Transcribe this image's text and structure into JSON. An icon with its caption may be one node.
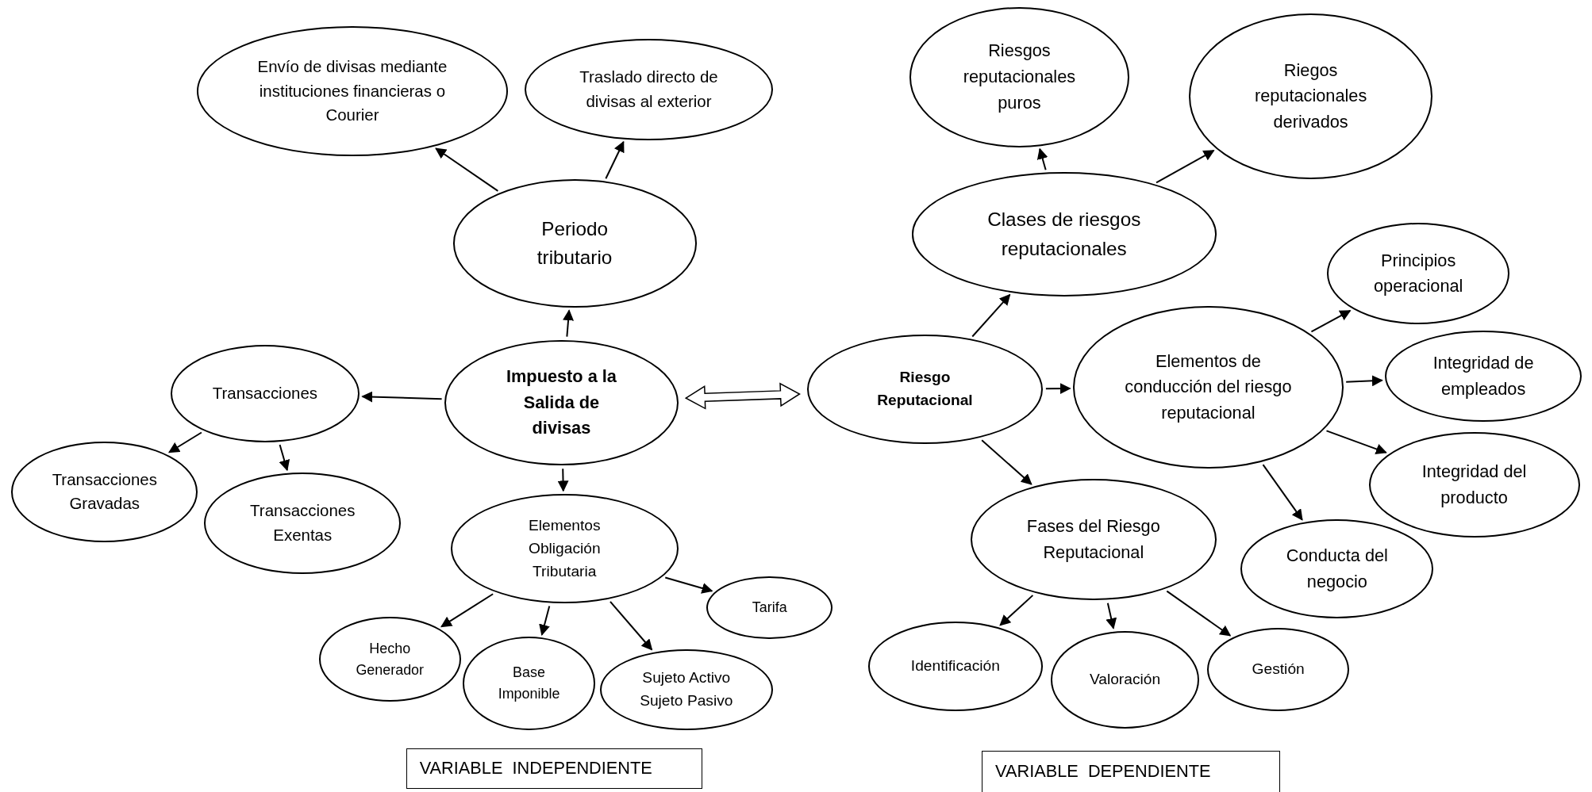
{
  "diagram": {
    "nodes": [
      {
        "text": [
          "Impuesto a la Salida de divisas"
        ]
      },
      {
        "text": [
          "Periodo tributario"
        ]
      },
      {
        "text": [
          "Envío de divisas mediante instituciones financieras o Courier"
        ]
      },
      {
        "text": [
          "Traslado directo de divisas al exterior"
        ]
      },
      {
        "text": [
          "Transacciones"
        ]
      },
      {
        "text": [
          "Transacciones Gravadas"
        ]
      },
      {
        "text": [
          "Transacciones Exentas"
        ]
      },
      {
        "text": [
          "Elementos Obligación Tributaria"
        ]
      },
      {
        "text": [
          "Hecho Generador"
        ]
      },
      {
        "text": [
          "Base Imponible"
        ]
      },
      {
        "text": [
          "Sujeto Activo Sujeto Pasivo"
        ]
      },
      {
        "text": [
          "Tarifa"
        ]
      },
      {
        "text": [
          "Riesgo Reputacional"
        ]
      },
      {
        "text": [
          "Clases de riesgos reputacionales"
        ]
      },
      {
        "text": [
          "Riesgos reputacionales puros"
        ]
      },
      {
        "text": [
          "Riegos reputacionales derivados"
        ]
      },
      {
        "text": [
          "Elementos de conducción del riesgo reputacional"
        ]
      },
      {
        "text": [
          "Principios operacional"
        ]
      },
      {
        "text": [
          "Integridad de empleados"
        ]
      },
      {
        "text": [
          "Integridad del producto"
        ]
      },
      {
        "text": [
          "Conducta del negocio"
        ]
      },
      {
        "text": [
          "Fases del Riesgo Reputacional"
        ]
      },
      {
        "text": [
          "Identificación"
        ]
      },
      {
        "text": [
          "Valoración"
        ]
      },
      {
        "text": [
          "Gestión"
        ]
      },
      {
        "text": [
          "VARIABLE  INDEPENDIENTE"
        ]
      },
      {
        "text": [
          "VARIABLE  DEPENDIENTE"
        ]
      }
    ],
    "edges": [
      {
        "from": 0,
        "to": 1,
        "arrow": "to"
      },
      {
        "from": 1,
        "to": 2,
        "arrow": "to"
      },
      {
        "from": 1,
        "to": 3,
        "arrow": "to"
      },
      {
        "from": 0,
        "to": 4,
        "arrow": "to"
      },
      {
        "from": 4,
        "to": 5,
        "arrow": "to"
      },
      {
        "from": 4,
        "to": 6,
        "arrow": "to"
      },
      {
        "from": 0,
        "to": 7,
        "arrow": "to"
      },
      {
        "from": 7,
        "to": 8,
        "arrow": "to"
      },
      {
        "from": 7,
        "to": 9,
        "arrow": "to"
      },
      {
        "from": 7,
        "to": 10,
        "arrow": "to"
      },
      {
        "from": 7,
        "to": 11,
        "arrow": "to"
      },
      {
        "from": 0,
        "to": 12,
        "arrow": "both",
        "style": "thick"
      },
      {
        "from": 12,
        "to": 13,
        "arrow": "to"
      },
      {
        "from": 13,
        "to": 14,
        "arrow": "to"
      },
      {
        "from": 13,
        "to": 15,
        "arrow": "to"
      },
      {
        "from": 12,
        "to": 16,
        "arrow": "to"
      },
      {
        "from": 16,
        "to": 17,
        "arrow": "to"
      },
      {
        "from": 16,
        "to": 18,
        "arrow": "to"
      },
      {
        "from": 16,
        "to": 19,
        "arrow": "to"
      },
      {
        "from": 16,
        "to": 20,
        "arrow": "to"
      },
      {
        "from": 12,
        "to": 21,
        "arrow": "to"
      },
      {
        "from": 21,
        "to": 22,
        "arrow": "to"
      },
      {
        "from": 21,
        "to": 23,
        "arrow": "to"
      },
      {
        "from": 21,
        "to": 24,
        "arrow": "to"
      }
    ]
  }
}
